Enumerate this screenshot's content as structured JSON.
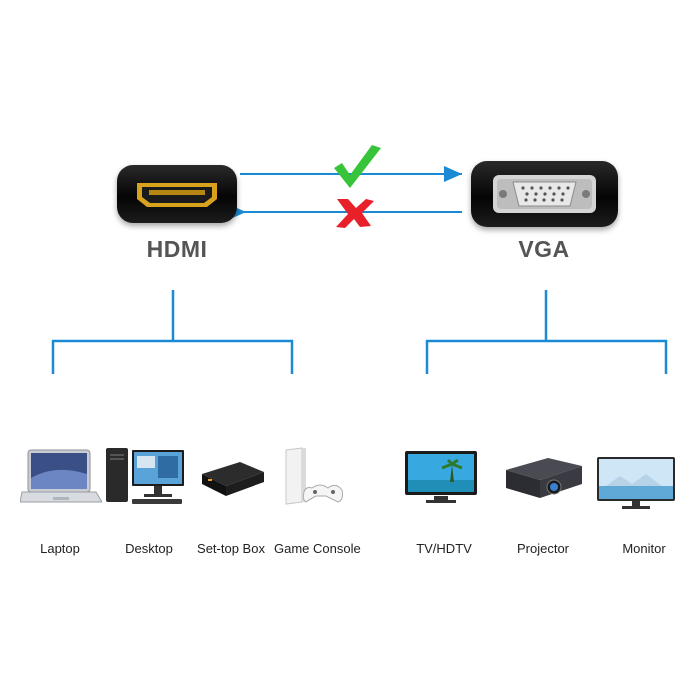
{
  "ports": {
    "source_label": "HDMI",
    "target_label": "VGA"
  },
  "signal": {
    "forward_icon": "check-icon",
    "reverse_icon": "cross-icon",
    "forward_supported": true,
    "reverse_supported": false
  },
  "colors": {
    "line": "#1a8ad4",
    "check": "#37c43a",
    "cross": "#e8202a",
    "hdmi_gold": "#d9a21d"
  },
  "source_devices": [
    {
      "label": "Laptop",
      "icon": "laptop-icon"
    },
    {
      "label": "Desktop",
      "icon": "desktop-icon"
    },
    {
      "label": "Set-top Box",
      "icon": "set-top-box-icon"
    },
    {
      "label": "Game Console",
      "icon": "game-console-icon"
    }
  ],
  "target_devices": [
    {
      "label": "TV/HDTV",
      "icon": "tv-icon"
    },
    {
      "label": "Projector",
      "icon": "projector-icon"
    },
    {
      "label": "Monitor",
      "icon": "monitor-icon"
    }
  ]
}
